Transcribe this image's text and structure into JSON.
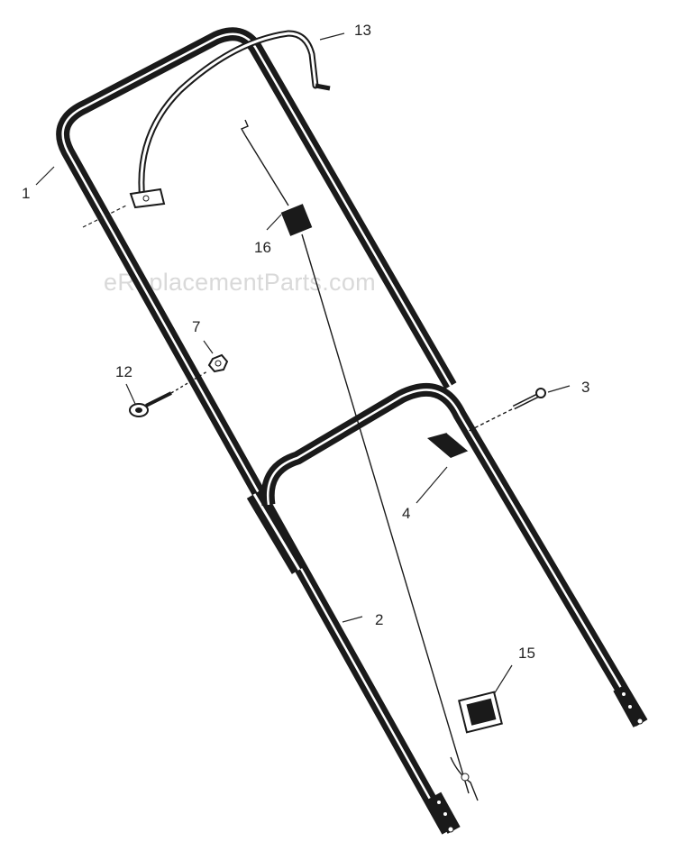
{
  "watermark": "eReplacementParts.com",
  "callouts": {
    "c1": "1",
    "c2": "2",
    "c3": "3",
    "c4": "4",
    "c7": "7",
    "c12": "12",
    "c13": "13",
    "c15": "15",
    "c16": "16"
  },
  "colors": {
    "line": "#1a1a1a",
    "background": "#ffffff",
    "watermark": "#d9d9d9"
  }
}
